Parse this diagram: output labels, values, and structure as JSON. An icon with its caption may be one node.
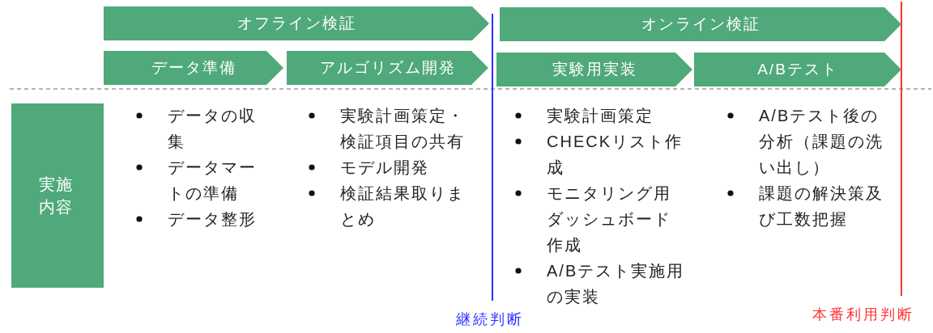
{
  "diagram": {
    "nodes": [
      {
        "text": [
          "オフライン検証"
        ]
      },
      {
        "text": [
          "オンライン検証"
        ]
      },
      {
        "text": [
          "データ準備"
        ]
      },
      {
        "text": [
          "アルゴリズム開発"
        ]
      },
      {
        "text": [
          "実験用実装"
        ]
      },
      {
        "text": [
          "A/Bテスト"
        ]
      },
      {
        "text": [
          "実施内容"
        ]
      }
    ],
    "labels": [
      "データの収集",
      "データマートの準備",
      "データ整形",
      "実験計画策定・検証項目の共有",
      "モデル開発",
      "検証結果取りまとめ",
      "実験計画策定",
      "CHECKリスト作成",
      "モニタリング用ダッシュボード作成",
      "A/Bテスト実施用の実装",
      "A/Bテスト後の分析（課題の洗い出し）",
      "課題の解決策及び工数把握",
      "継続判断",
      "本番利用判断"
    ]
  }
}
